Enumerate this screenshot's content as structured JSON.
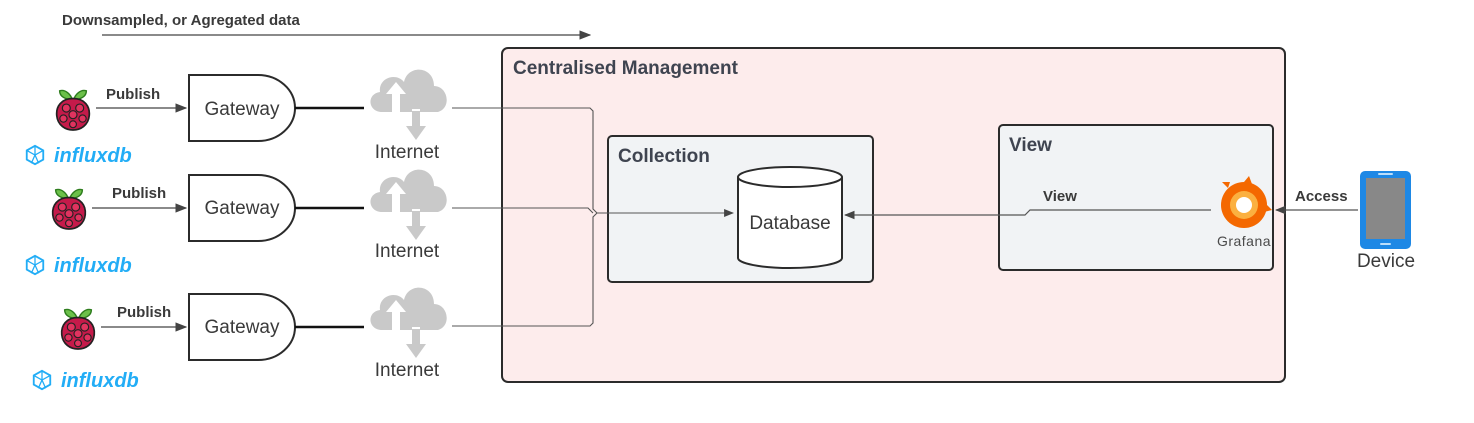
{
  "top_note": "Downsampled, or Agregated data",
  "devices": [
    {
      "publish": "Publish",
      "gateway": "Gateway",
      "internet": "Internet",
      "influx": "influxdb"
    },
    {
      "publish": "Publish",
      "gateway": "Gateway",
      "internet": "Internet",
      "influx": "influxdb"
    },
    {
      "publish": "Publish",
      "gateway": "Gateway",
      "internet": "Internet",
      "influx": "influxdb"
    }
  ],
  "management": {
    "title": "Centralised Management"
  },
  "collection": {
    "title": "Collection",
    "database": "Database"
  },
  "view": {
    "title": "View",
    "edge_label": "View",
    "grafana": "Grafana"
  },
  "access": {
    "edge_label": "Access",
    "device": "Device"
  },
  "colors": {
    "management_fill": "#fdecec",
    "inner_box_fill": "#f1f3f5",
    "influx": "#22adf6",
    "grafana": "#f46800",
    "device_blue": "#1e88e5",
    "cloud_gray": "#c8c8c8"
  }
}
